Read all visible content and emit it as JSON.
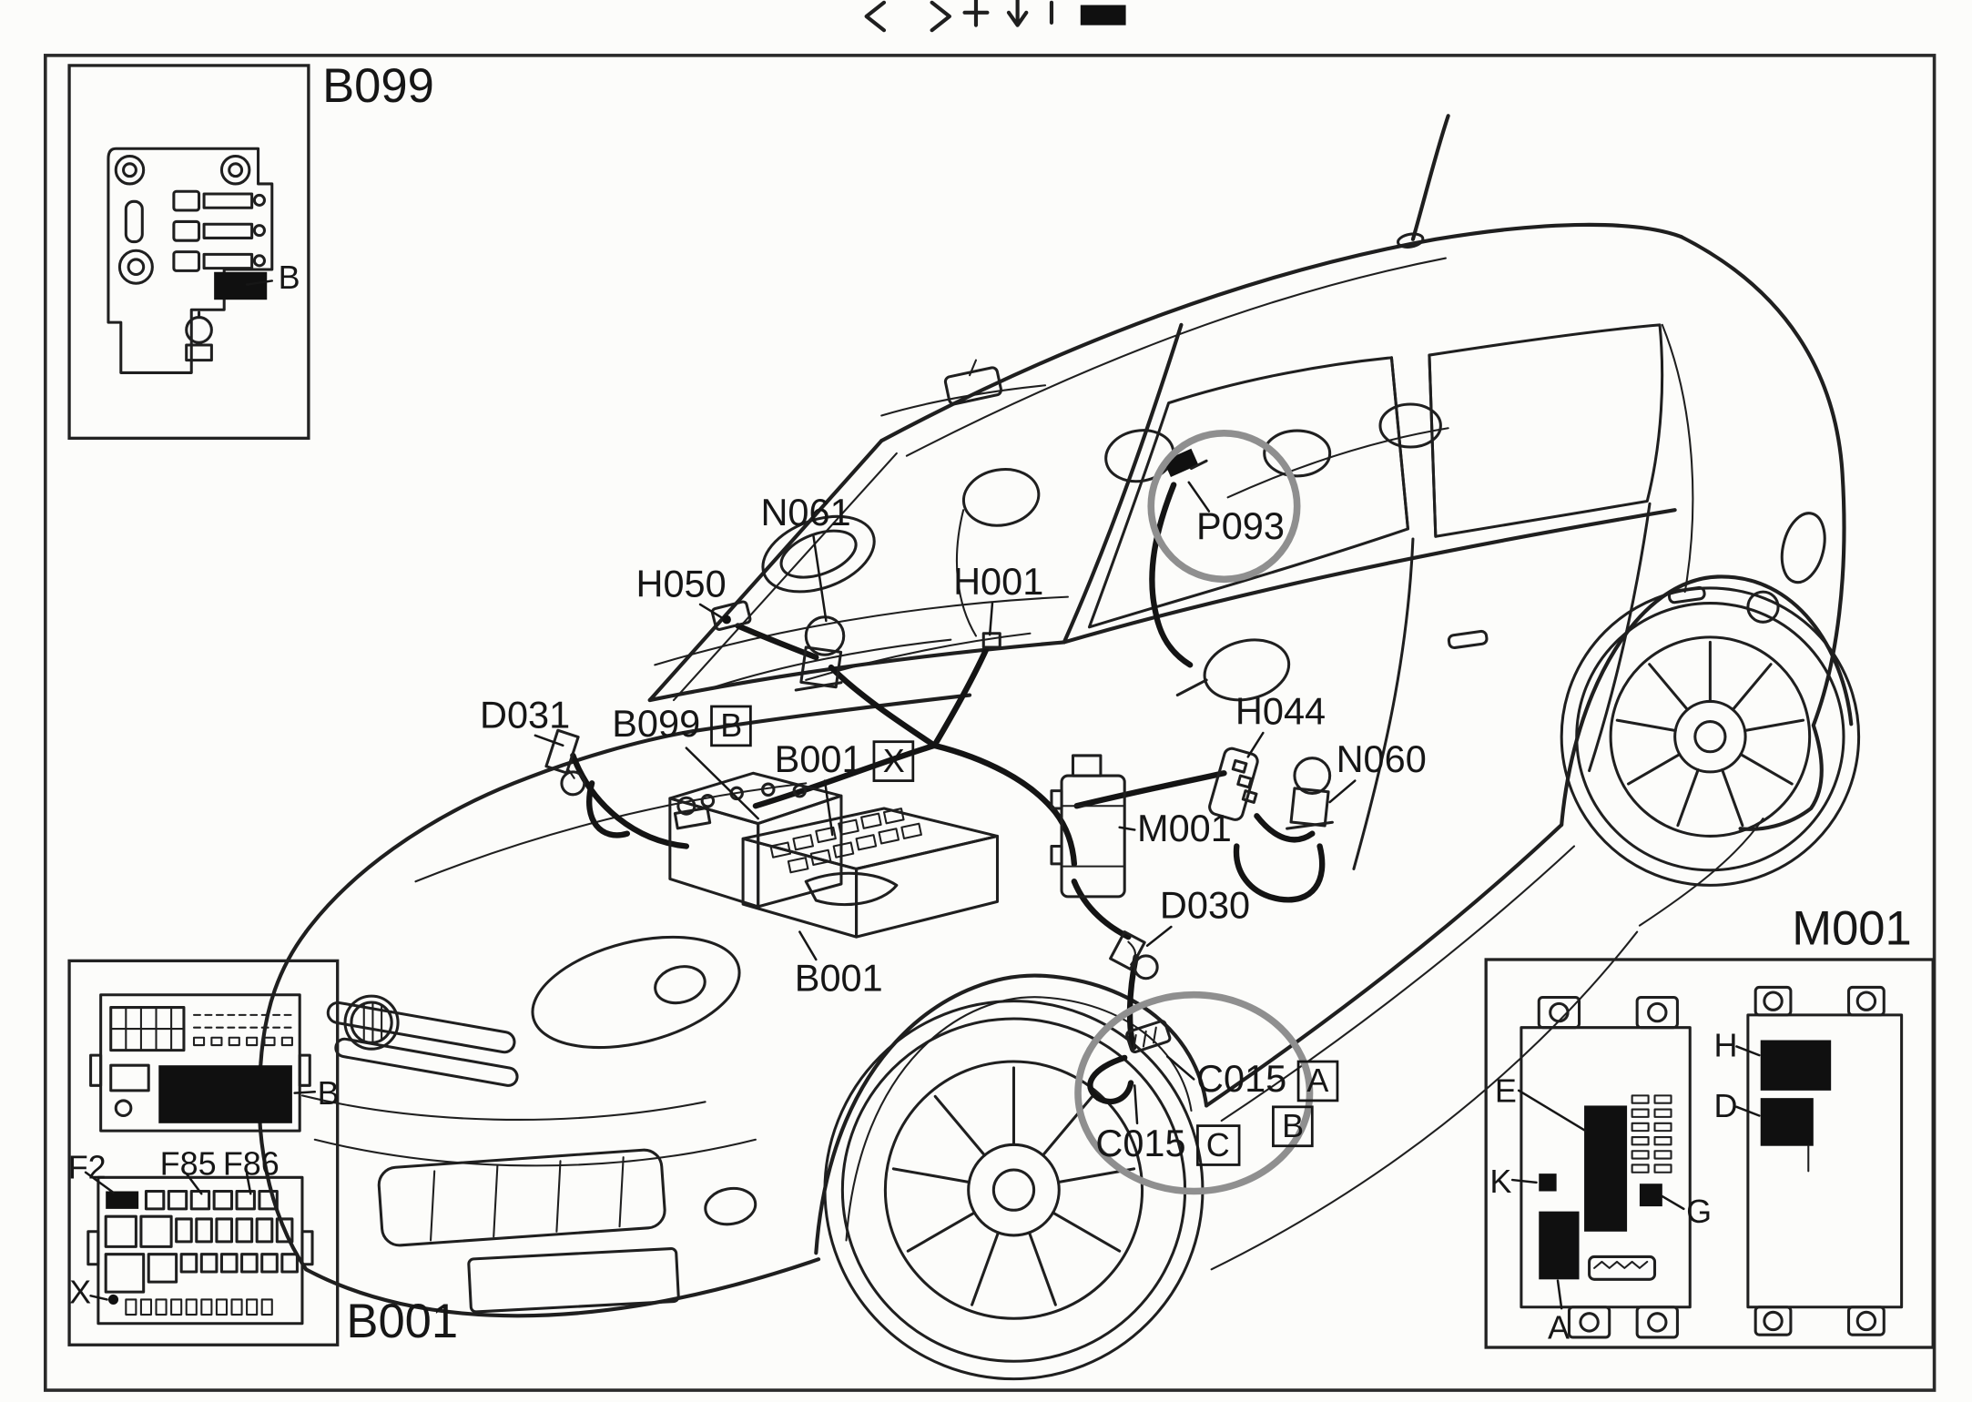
{
  "labels": {
    "inset_b099": {
      "title": "B099",
      "b": "B"
    },
    "inset_b001": {
      "title": "B001",
      "b": "B",
      "f2": "F2",
      "f85": "F85",
      "f86": "F86",
      "x": "X"
    },
    "inset_m001": {
      "title": "M001",
      "e": "E",
      "k": "K",
      "a": "A",
      "g": "G",
      "h": "H",
      "d": "D"
    },
    "car": {
      "n061": "N061",
      "h050": "H050",
      "h001": "H001",
      "p093": "P093",
      "d031": "D031",
      "b099_ref": "B099",
      "b099_ref_pin": "B",
      "b001_ref": "B001",
      "b001_ref_pin": "X",
      "h044": "H044",
      "n060": "N060",
      "m001": "M001",
      "d030": "D030",
      "b001": "B001",
      "c015": "C015",
      "c015_pin_a": "A",
      "c015_pin_b": "B",
      "c015_c": "C015",
      "c015_pin_c": "C"
    }
  },
  "colors": {
    "ink": "#1f1f1f",
    "highlight_gray": "#8f8f8f",
    "block_fill": "#101010",
    "paper": "#fcfcfa"
  }
}
